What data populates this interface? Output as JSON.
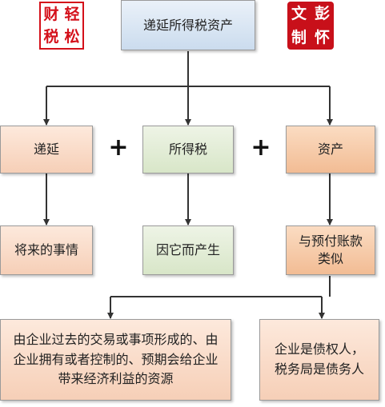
{
  "diagram": {
    "title": "递延所得税资产",
    "stamp_left": [
      "财",
      "轻",
      "税",
      "松"
    ],
    "stamp_right": [
      "文",
      "彭",
      "制",
      "怀"
    ],
    "row1": {
      "left": "递延",
      "middle": "所得税",
      "right": "资产",
      "operator1": "+",
      "operator2": "+"
    },
    "row2": {
      "left": "将来的事情",
      "middle": "因它而产生",
      "right": "与预付账款类似"
    },
    "bottom": {
      "left": "由企业过去的交易或事项形成的、由企业拥有或者控制的、预期会给企业带来经济利益的资源",
      "right": "企业是债权人，税务局是债务人"
    },
    "colors": {
      "title_fill": "#cbdcee",
      "peach_fill": "#f6cfb7",
      "green_fill": "#d8e6c8",
      "orange_fill": "#f2bc94",
      "stamp_red": "#d4101a",
      "connector": "#333333"
    }
  }
}
